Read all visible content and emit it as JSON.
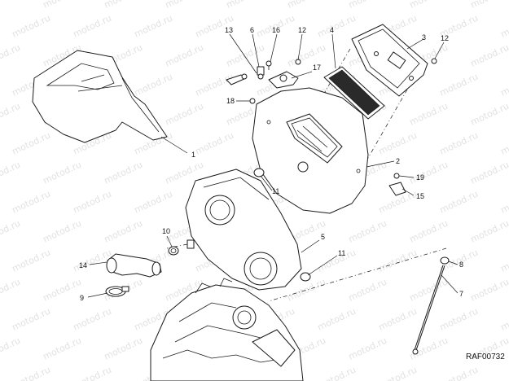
{
  "diagram": {
    "background": "#ffffff",
    "line_color": "#1a1a1a",
    "watermark_text": "motod.ru",
    "drawing_code": "RAF00732",
    "callouts": [
      "1",
      "2",
      "3",
      "4",
      "5",
      "6",
      "7",
      "8",
      "9",
      "10",
      "11",
      "11",
      "12",
      "12",
      "13",
      "14",
      "15",
      "16",
      "17",
      "18",
      "19"
    ]
  }
}
